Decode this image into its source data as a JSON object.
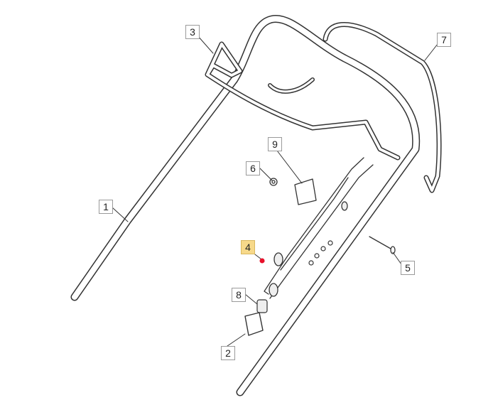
{
  "diagram": {
    "callouts": [
      {
        "number": "1",
        "highlighted": false
      },
      {
        "number": "2",
        "highlighted": false
      },
      {
        "number": "3",
        "highlighted": false
      },
      {
        "number": "4",
        "highlighted": true
      },
      {
        "number": "5",
        "highlighted": false
      },
      {
        "number": "6",
        "highlighted": false
      },
      {
        "number": "7",
        "highlighted": false
      },
      {
        "number": "8",
        "highlighted": false
      },
      {
        "number": "9",
        "highlighted": false
      }
    ],
    "highlight_color": "#f7d98a",
    "marker_color": "#e8102a"
  }
}
